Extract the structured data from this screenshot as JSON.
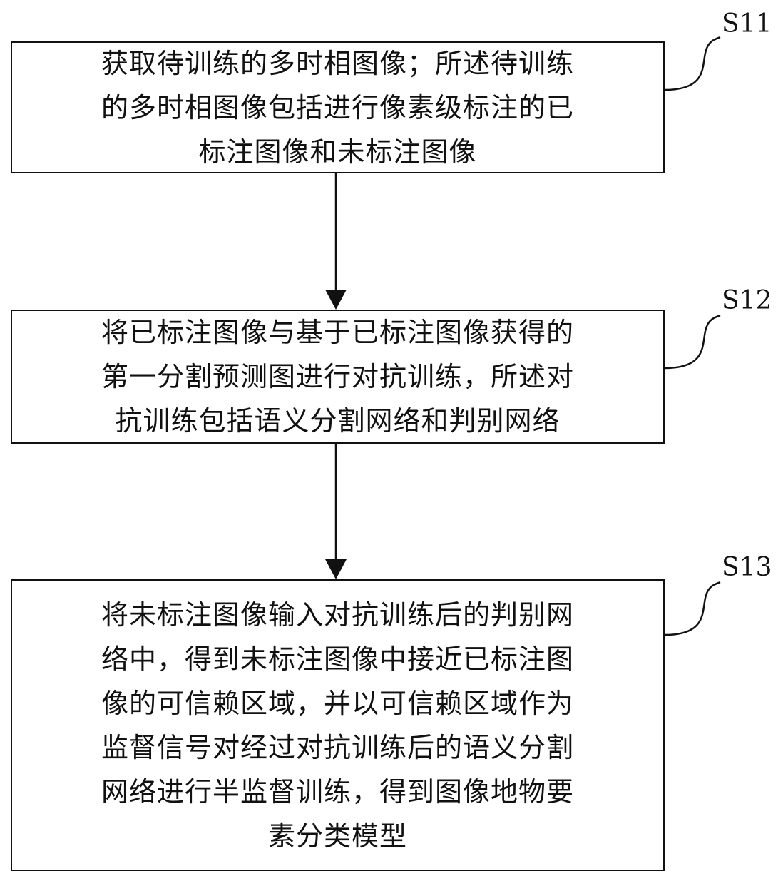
{
  "steps": [
    {
      "id": "S11",
      "label": "S11",
      "lines": [
        "获取待训练的多时相图像；所述待训练",
        "的多时相图像包括进行像素级标注的已",
        "标注图像和未标注图像"
      ]
    },
    {
      "id": "S12",
      "label": "S12",
      "lines": [
        "将已标注图像与基于已标注图像获得的",
        "第一分割预测图进行对抗训练，所述对",
        "抗训练包括语义分割网络和判别网络"
      ]
    },
    {
      "id": "S13",
      "label": "S13",
      "lines": [
        "将未标注图像输入对抗训练后的判别网",
        "络中，得到未标注图像中接近已标注图",
        "像的可信赖区域，并以可信赖区域作为",
        "监督信号对经过对抗训练后的语义分割",
        "网络进行半监督训练，得到图像地物要",
        "素分类模型"
      ]
    }
  ]
}
